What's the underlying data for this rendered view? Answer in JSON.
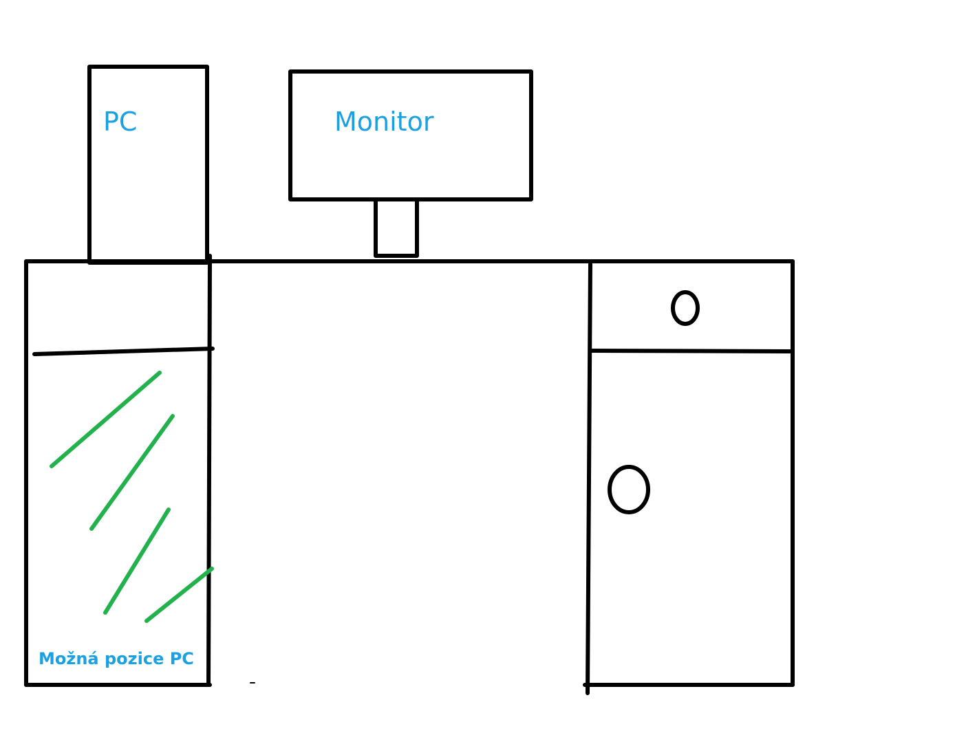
{
  "labels": {
    "pc": "PC",
    "monitor": "Monitor",
    "possible_pc_position": "Možná pozice PC"
  },
  "colors": {
    "outline": "#000000",
    "label": "#1ba1e2",
    "hatch": "#22b14c",
    "background": "#ffffff"
  }
}
